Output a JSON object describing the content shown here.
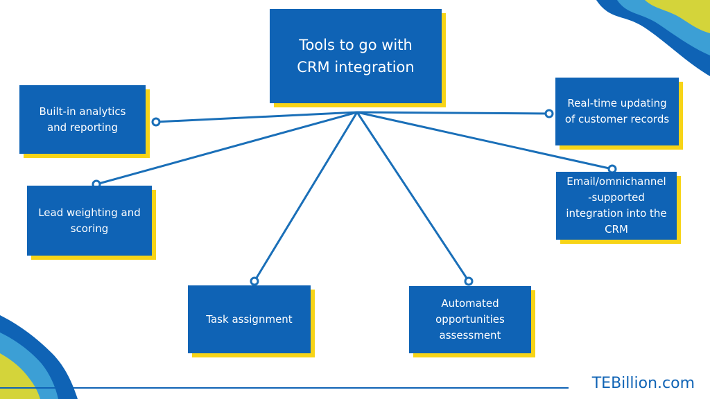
{
  "diagram": {
    "title": "Tools to go with\nCRM integration",
    "nodes": [
      {
        "id": "analytics",
        "label": "Built-in analytics\nand reporting"
      },
      {
        "id": "lead",
        "label": "Lead weighting and\nscoring"
      },
      {
        "id": "task",
        "label": "Task assignment"
      },
      {
        "id": "opportunities",
        "label": "Automated\nopportunities\nassessment"
      },
      {
        "id": "email",
        "label": "Email/omnichannel\n-supported\nintegration into the\nCRM"
      },
      {
        "id": "realtime",
        "label": "Real-time updating\nof customer records"
      }
    ]
  },
  "brand": {
    "name": "TEBillion.com"
  },
  "colors": {
    "box": "#0f63b5",
    "shadow": "#f7d417",
    "line": "#1a6fb8",
    "text": "#ffffff",
    "wave_dark": "#0f63b5",
    "wave_mid": "#3c9fd5",
    "wave_yellow": "#d4d43a"
  }
}
